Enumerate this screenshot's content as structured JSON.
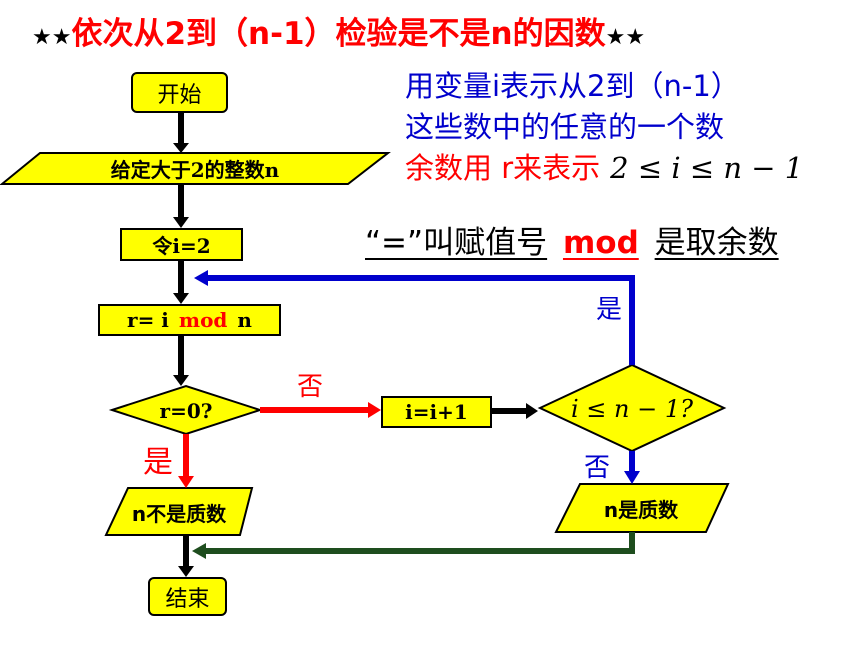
{
  "title": {
    "star_left": "★★",
    "text": "依次从2到（n-1）检验是不是n的因数",
    "star_right": "★★"
  },
  "notes": {
    "line1": "用变量i表示从2到（n-1）",
    "line2": "这些数中的任意的一个数",
    "line3": "余数用 r来表示",
    "line3_math": "2 ≤ i ≤ n − 1"
  },
  "definition": {
    "assign": "“=”叫赋值号",
    "mod": "mod",
    "mod_desc": "是取余数"
  },
  "flowchart": {
    "start": "开始",
    "input": "给定大于2的整数n",
    "init": "令i=2",
    "compute_prefix": "r= i",
    "compute_mod": "mod",
    "compute_suffix": "n",
    "decision1": "r=0?",
    "increment": "i=i+1",
    "decision2": "i ≤ n − 1?",
    "not_prime": "n不是质数",
    "prime": "n是质数",
    "end": "结束",
    "yes1": "是",
    "no1": "否",
    "yes2": "是",
    "no2": "否"
  },
  "colors": {
    "fill": "#ffff00",
    "red": "#ff0000",
    "blue": "#0000cc",
    "green": "#1e4d1e",
    "black": "#000000"
  }
}
